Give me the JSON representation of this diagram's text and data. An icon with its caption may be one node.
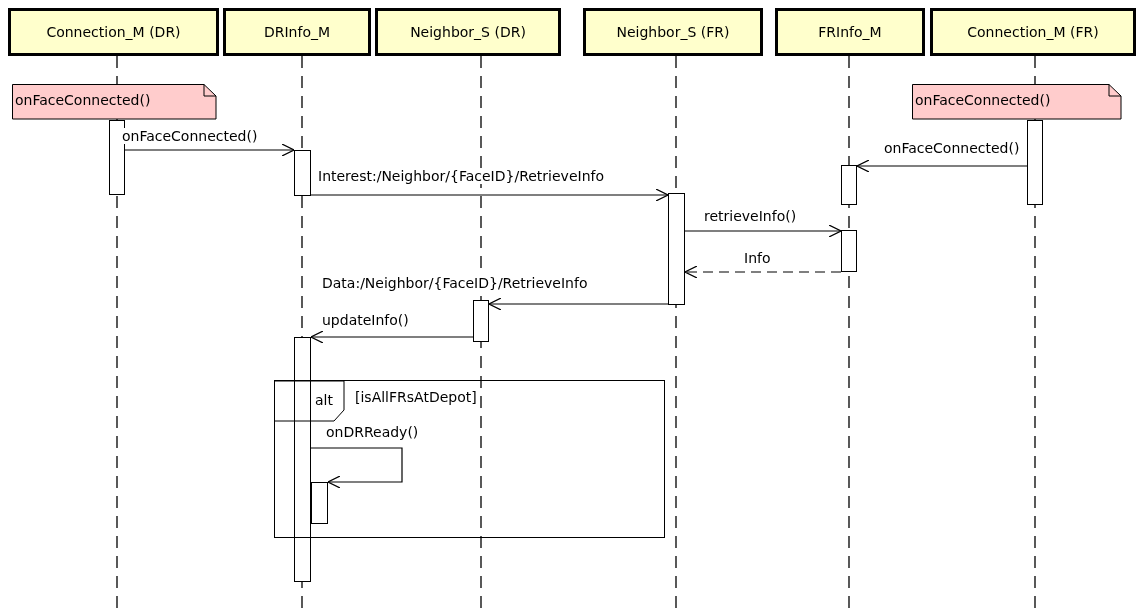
{
  "diagram": {
    "nodes": [
      {
        "text": [
          "Connection_M (DR)"
        ]
      },
      {
        "text": [
          "DRInfo_M"
        ]
      },
      {
        "text": [
          "Neighbor_S (DR)"
        ]
      },
      {
        "text": [
          "Neighbor_S (FR)"
        ]
      },
      {
        "text": [
          "FRInfo_M"
        ]
      },
      {
        "text": [
          "Connection_M (FR)"
        ]
      },
      {
        "text": [
          "onFaceConnected()"
        ]
      },
      {
        "text": [
          "onFaceConnected()"
        ]
      },
      {
        "text": [],
        "shape": "bar"
      },
      {
        "text": [],
        "shape": "bar"
      },
      {
        "text": [],
        "shape": "bar"
      },
      {
        "text": [],
        "shape": "bar"
      },
      {
        "text": [],
        "shape": "bar"
      },
      {
        "text": [],
        "shape": "bar"
      },
      {
        "text": [],
        "shape": "bar"
      },
      {
        "text": [],
        "shape": "bar"
      },
      {
        "text": [
          "alt",
          "[isAllFRsAtDepot]"
        ]
      },
      {
        "text": [],
        "shape": "bar",
        "in": 16
      }
    ],
    "edges": [
      {
        "from": 8,
        "to": 9,
        "arrow": "to",
        "label": "onFaceConnected()"
      },
      {
        "from": 9,
        "to": 12,
        "arrow": "to",
        "label": "Interest:/Neighbor/{FaceID}/RetrieveInfo"
      },
      {
        "from": 10,
        "to": 11,
        "arrow": "to",
        "label": "onFaceConnected()"
      },
      {
        "from": 12,
        "to": 13,
        "arrow": "to",
        "label": "retrieveInfo()"
      },
      {
        "from": 13,
        "to": 12,
        "arrow": "to",
        "label": "Info",
        "style": "dashed"
      },
      {
        "from": 12,
        "to": 14,
        "arrow": "to",
        "label": "Data:/Neighbor/{FaceID}/RetrieveInfo"
      },
      {
        "from": 14,
        "to": 15,
        "arrow": "to",
        "label": "updateInfo()"
      },
      {
        "from": 15,
        "to": 17,
        "arrow": "to",
        "label": "onDRReady()"
      }
    ]
  }
}
